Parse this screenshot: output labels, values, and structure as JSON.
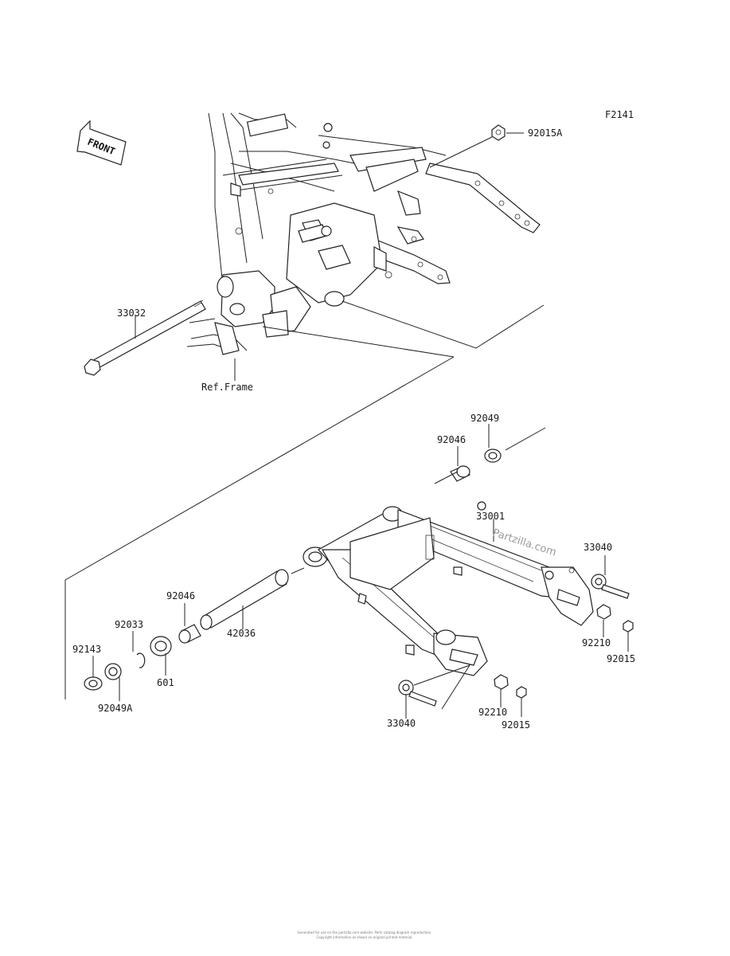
{
  "figure_code": "F2141",
  "front_arrow_text": "FRONT",
  "watermark": "Partzilla.com",
  "ref_frame_label": "Ref.Frame",
  "callouts": {
    "p92015A": "92015A",
    "p33032": "33032",
    "p92049": "92049",
    "p92046_top": "92046",
    "p33001": "33001",
    "p33040_right": "33040",
    "p92210_right": "92210",
    "p92015_right": "92015",
    "p92046_left": "92046",
    "p42036": "42036",
    "p92033": "92033",
    "p92143": "92143",
    "p601": "601",
    "p92049A": "92049A",
    "p33040_bottom": "33040",
    "p92210_bottom": "92210",
    "p92015_bottom": "92015"
  },
  "footer_lines": [
    "Generated for use on the partzilla.com website. Parts catalog diagram reproduction.",
    "Copyright information as shown on original printed material."
  ]
}
